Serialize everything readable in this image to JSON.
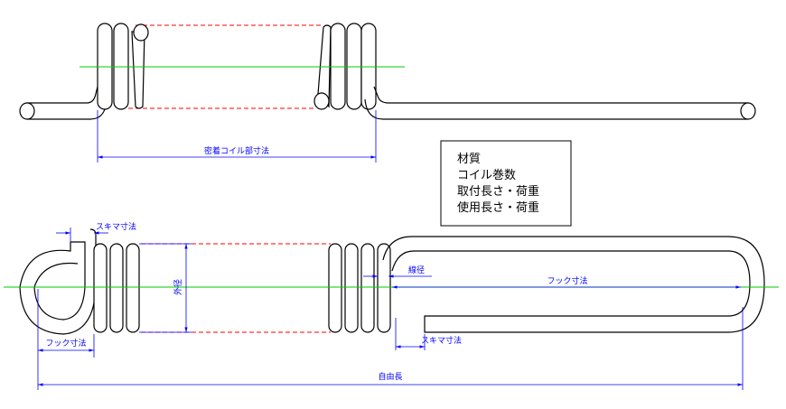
{
  "colors": {
    "outline": "#000000",
    "dimension": "#0000ff",
    "hidden_line": "#ff0000",
    "center_line": "#00cc00"
  },
  "top_view": {
    "close_coil_dim_label": "密着コイル部寸法"
  },
  "spec_box": {
    "lines": [
      "材質",
      "コイル巻数",
      "取付長さ・荷重",
      "使用長さ・荷重"
    ]
  },
  "bottom_view": {
    "gap_dim_left_label": "スキマ寸法",
    "outer_diameter_label": "外径",
    "wire_diameter_label": "線径",
    "hook_dim_right_label": "フック寸法",
    "hook_dim_left_label": "フック寸法",
    "gap_dim_right_label": "スキマ寸法",
    "free_length_label": "自由長"
  }
}
